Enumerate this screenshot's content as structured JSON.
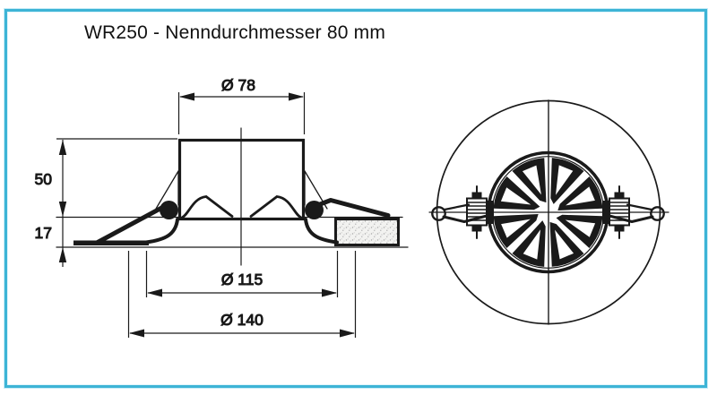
{
  "page": {
    "border_color": "#3db4d6",
    "background_color": "#ffffff",
    "line_color": "#1a1a1a"
  },
  "header": {
    "title": "WR250 - Nenndurchmesser 80 mm"
  },
  "dimensions": {
    "spigot_diameter": "Ø 78",
    "spigot_height": "50",
    "flange_height": "17",
    "face_diameter": "Ø 115",
    "flange_diameter": "Ø 140"
  }
}
